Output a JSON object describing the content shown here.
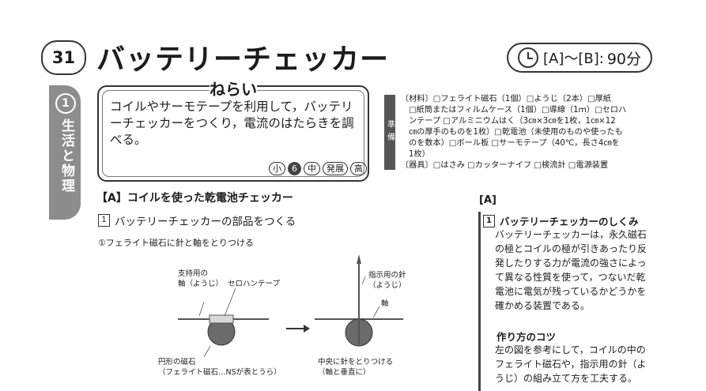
{
  "header": {
    "page_number": "31",
    "title": "バッテリーチェッカー",
    "time_label": "[A]〜[B]:",
    "time_value": "90分"
  },
  "side_tab": {
    "number": "1",
    "label": "生活と物理"
  },
  "aim": {
    "title": "ねらい",
    "text": "コイルやサーモテープを利用して，バッテリーチェッカーをつくり，電流のはたらきを調べる。",
    "levels": [
      "小",
      "6",
      "中",
      "発展",
      "高"
    ]
  },
  "prep": {
    "tab_label": "準備",
    "materials": [
      "〔材料〕□フェライト磁石（1個）□ようじ（2本）□厚紙",
      "□紙筒またはフィルムケース（1個）□導線（1ｍ）□セロハ",
      "ンテープ □アルミニウムはく（3㎝×3㎝を1枚，1㎝×12",
      "㎝の厚手のものを1枚）□乾電池（未使用のものや使ったも",
      "のを数本）□ボール板 □サーモテープ（40℃，長さ4㎝を",
      "1枚）"
    ],
    "tools": "〔器具〕□はさみ □カッターナイフ □検流計 □電源装置"
  },
  "section_a": {
    "heading": "【A】コイルを使った乾電池チェッカー",
    "step_number": "1",
    "step_text": "バッテリーチェッカーの部品をつくる",
    "substep": "①フェライト磁石に針と軸をとりつける",
    "diagram": {
      "label_support_axis_1": "支持用の",
      "label_support_axis_2": "軸（ようじ）",
      "label_tape": "セロハンテープ",
      "label_magnet_1": "円形の磁石",
      "label_magnet_2": "（フェライト磁石…NSが表とうら）",
      "label_needle_1": "指示用の針",
      "label_needle_2": "（ようじ）",
      "label_axis": "軸",
      "label_center_1": "中央に針をとりつける",
      "label_center_2": "（軸と垂直に）",
      "arrow": "→"
    }
  },
  "right_column": {
    "heading": "[A]",
    "mech_number": "1",
    "mech_title": "バッテリーチェッカーのしくみ",
    "mech_text": "バッテリーチェッカーは，永久磁石の極とコイルの極が引きあったり反発したりする力が電流の強さによって異なる性質を使って，つないだ乾電池に電気が残っているかどうかを確かめる装置である。",
    "tips_title": "作り方のコツ",
    "tips_text": "左の図を参考にして，コイルの中のフェライト磁石や，指示用の針（ようじ）の組み立て方を工夫する。"
  }
}
